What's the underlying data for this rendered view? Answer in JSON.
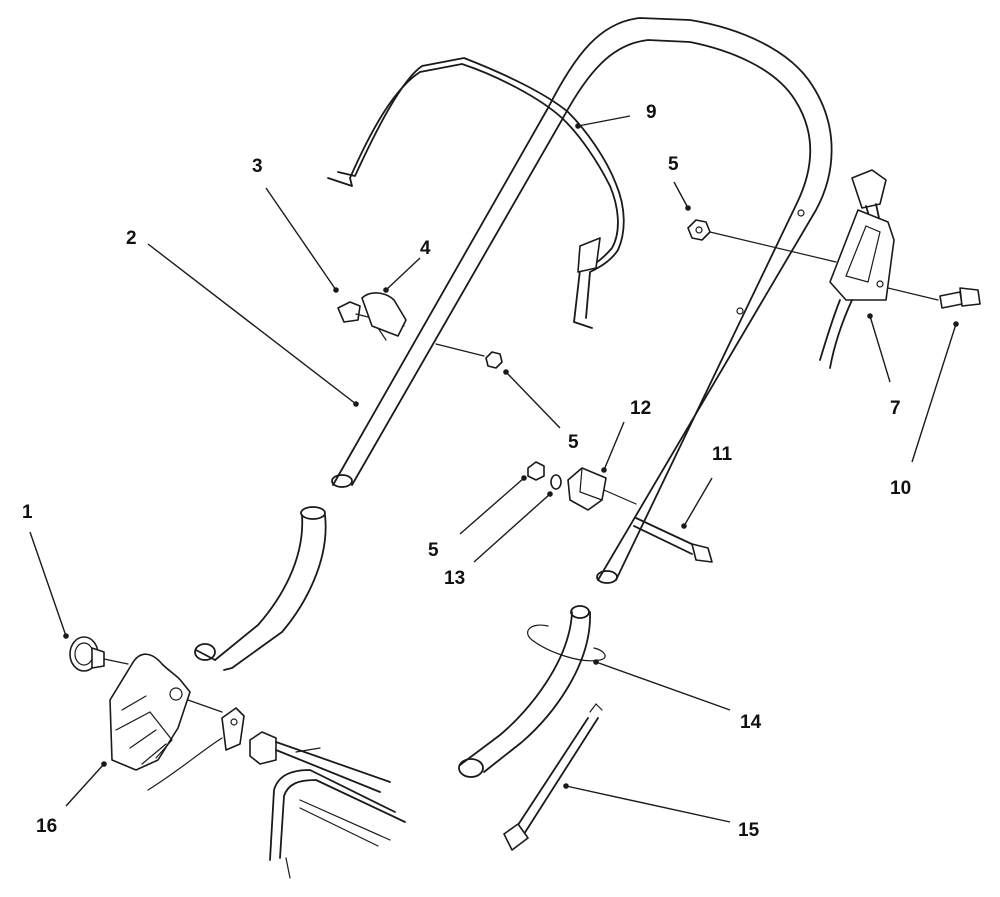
{
  "callouts": {
    "c1": "1",
    "c2": "2",
    "c3": "3",
    "c4": "4",
    "c5a": "5",
    "c5b": "5",
    "c5c": "5",
    "c7": "7",
    "c9": "9",
    "c10": "10",
    "c11": "11",
    "c12": "12",
    "c13": "13",
    "c14": "14",
    "c15": "15",
    "c16": "16"
  },
  "colors": {
    "line": "#1a1a1a",
    "background": "#ffffff"
  }
}
